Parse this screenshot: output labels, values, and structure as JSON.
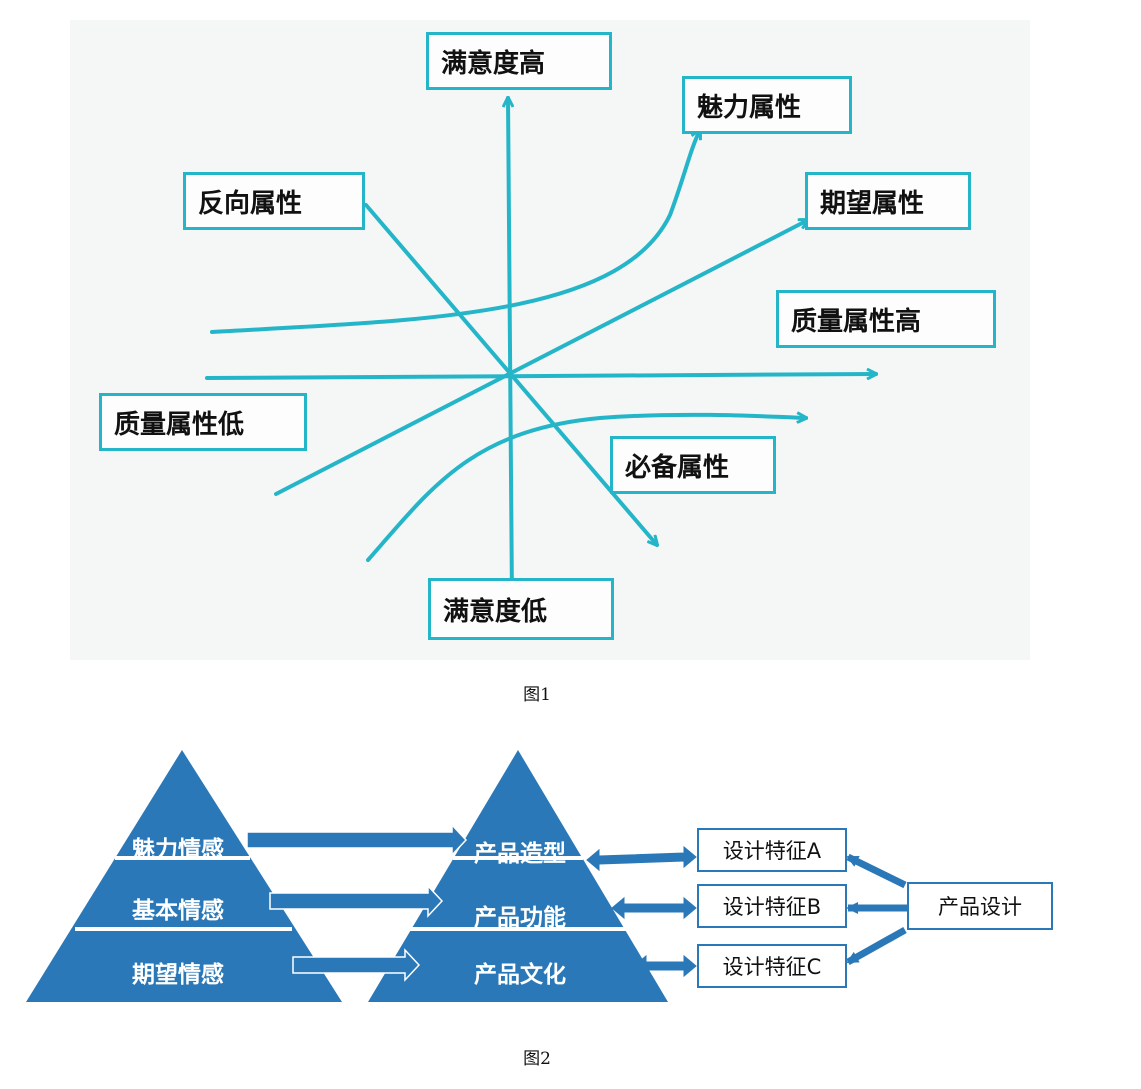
{
  "figure1": {
    "caption": "图1",
    "labels": {
      "satisfaction_high": "满意度高",
      "satisfaction_low": "满意度低",
      "attractive": "魅力属性",
      "reverse": "反向属性",
      "expected": "期望属性",
      "quality_high": "质量属性高",
      "quality_low": "质量属性低",
      "must_be": "必备属性"
    },
    "colors": {
      "line": "#24b6c8",
      "border": "#24b6c8",
      "background": "#f5f6f6"
    }
  },
  "figure2": {
    "caption": "图2",
    "left_pyramid": [
      "魅力情感",
      "基本情感",
      "期望情感"
    ],
    "right_pyramid": [
      "产品造型",
      "产品功能",
      "产品文化"
    ],
    "features": [
      "设计特征A",
      "设计特征B",
      "设计特征C"
    ],
    "product_design": "产品设计",
    "colors": {
      "pyramid": "#2a78b8",
      "arrow": "#2a78b8"
    }
  }
}
